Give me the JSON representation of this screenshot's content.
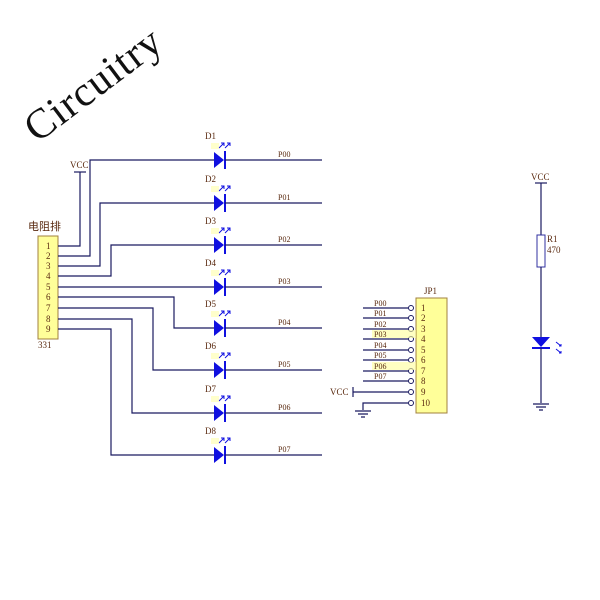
{
  "title": "Circuitry",
  "resistor_pack": {
    "label": "电阻排",
    "value": "331",
    "pins": [
      "1",
      "2",
      "3",
      "4",
      "5",
      "6",
      "7",
      "8",
      "9"
    ]
  },
  "vcc_label": "VCC",
  "leds": [
    {
      "ref": "D1",
      "net": "P00"
    },
    {
      "ref": "D2",
      "net": "P01"
    },
    {
      "ref": "D3",
      "net": "P02"
    },
    {
      "ref": "D4",
      "net": "P03"
    },
    {
      "ref": "D5",
      "net": "P04"
    },
    {
      "ref": "D6",
      "net": "P05"
    },
    {
      "ref": "D7",
      "net": "P06"
    },
    {
      "ref": "D8",
      "net": "P07"
    }
  ],
  "header": {
    "ref": "JP1",
    "pins": [
      "1",
      "2",
      "3",
      "4",
      "5",
      "6",
      "7",
      "8",
      "9",
      "10"
    ],
    "nets": [
      "P00",
      "P01",
      "P02",
      "P03",
      "P04",
      "P05",
      "P06",
      "P07"
    ],
    "vcc": "VCC"
  },
  "single_led": {
    "vcc": "VCC",
    "resistor_ref": "R1",
    "resistor_value": "470"
  },
  "colors": {
    "wire": "#1a1a60",
    "led": "#1010e0",
    "component_fill": "#ffff99",
    "text": "#5a2a10"
  }
}
